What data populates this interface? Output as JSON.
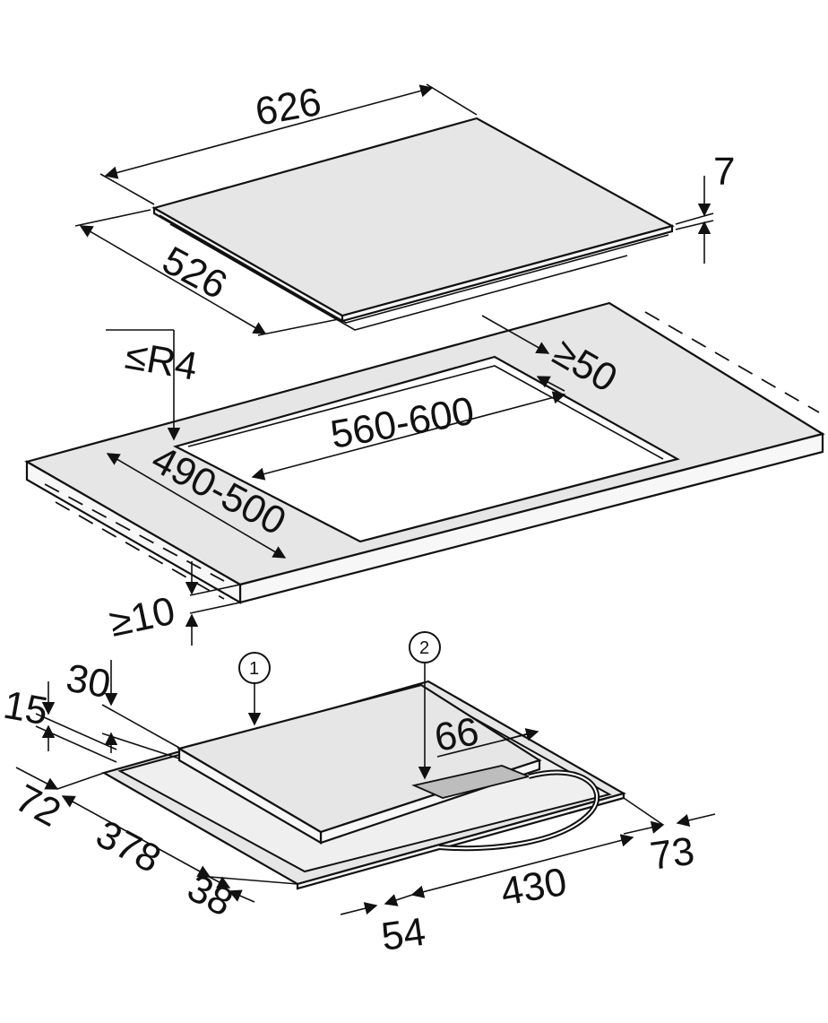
{
  "dimensions": {
    "hob_width": "626",
    "hob_depth": "526",
    "hob_thickness": "7",
    "corner_radius": "≤R4",
    "min_distance_back": "≥50",
    "cutout_width": "560-600",
    "cutout_depth": "490-500",
    "min_distance_front": "≥10",
    "bottom_15": "15",
    "bottom_30": "30",
    "bottom_66": "66",
    "bottom_72": "72",
    "bottom_378": "378",
    "bottom_38": "38",
    "bottom_54": "54",
    "bottom_430": "430",
    "bottom_73": "73"
  },
  "callouts": {
    "marker_1": "1",
    "marker_2": "2"
  }
}
